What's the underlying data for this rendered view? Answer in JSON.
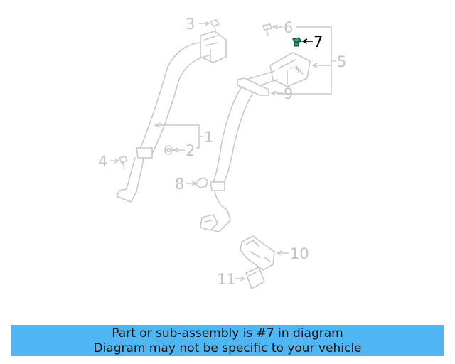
{
  "callouts": {
    "c1": "1",
    "c2": "2",
    "c3": "3",
    "c4": "4",
    "c5": "5",
    "c6": "6",
    "c7": "7",
    "c8": "8",
    "c9": "9",
    "c10": "10",
    "c11": "11"
  },
  "highlighted_part": "7",
  "colors": {
    "banner": "#4fb6f3",
    "highlight_fill": "#2e9b74",
    "line_art": "#c9c9c9"
  },
  "banner": {
    "line1": "Part or sub-assembly is #7 in diagram",
    "line2": "Diagram may not be specific to your vehicle"
  }
}
